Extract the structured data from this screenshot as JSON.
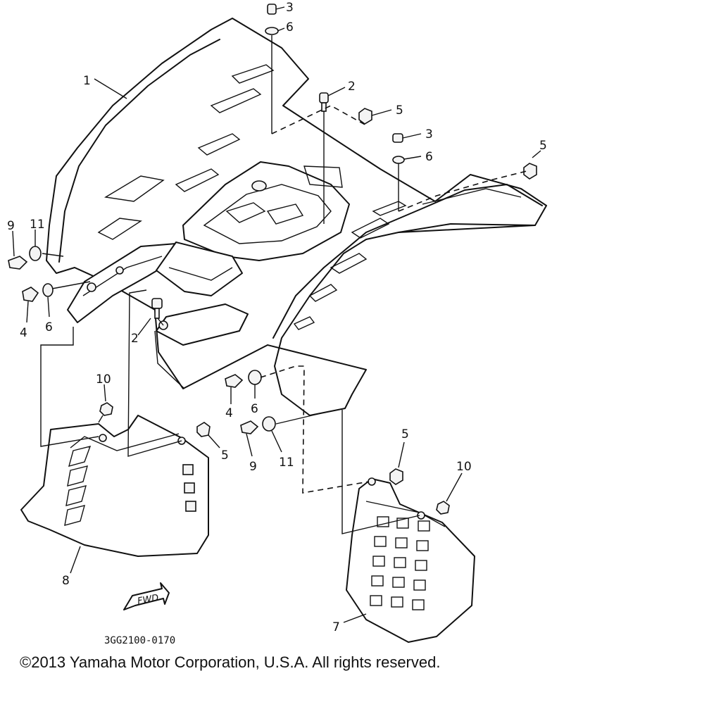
{
  "diagram": {
    "drawing_code": "3GG2100-0170",
    "direction_marker": "FWD",
    "copyright": "©2013 Yamaha Motor Corporation, U.S.A. All rights reserved.",
    "callouts": {
      "c1": "1",
      "c2a": "2",
      "c2b": "2",
      "c3a": "3",
      "c3b": "3",
      "c4a": "4",
      "c4b": "4",
      "c5a": "5",
      "c5b": "5",
      "c5c": "5",
      "c5d": "5",
      "c6a": "6",
      "c6b": "6",
      "c6c": "6",
      "c6d": "6",
      "c7": "7",
      "c8": "8",
      "c9a": "9",
      "c9b": "9",
      "c10a": "10",
      "c10b": "10",
      "c11a": "11",
      "c11b": "11"
    }
  }
}
